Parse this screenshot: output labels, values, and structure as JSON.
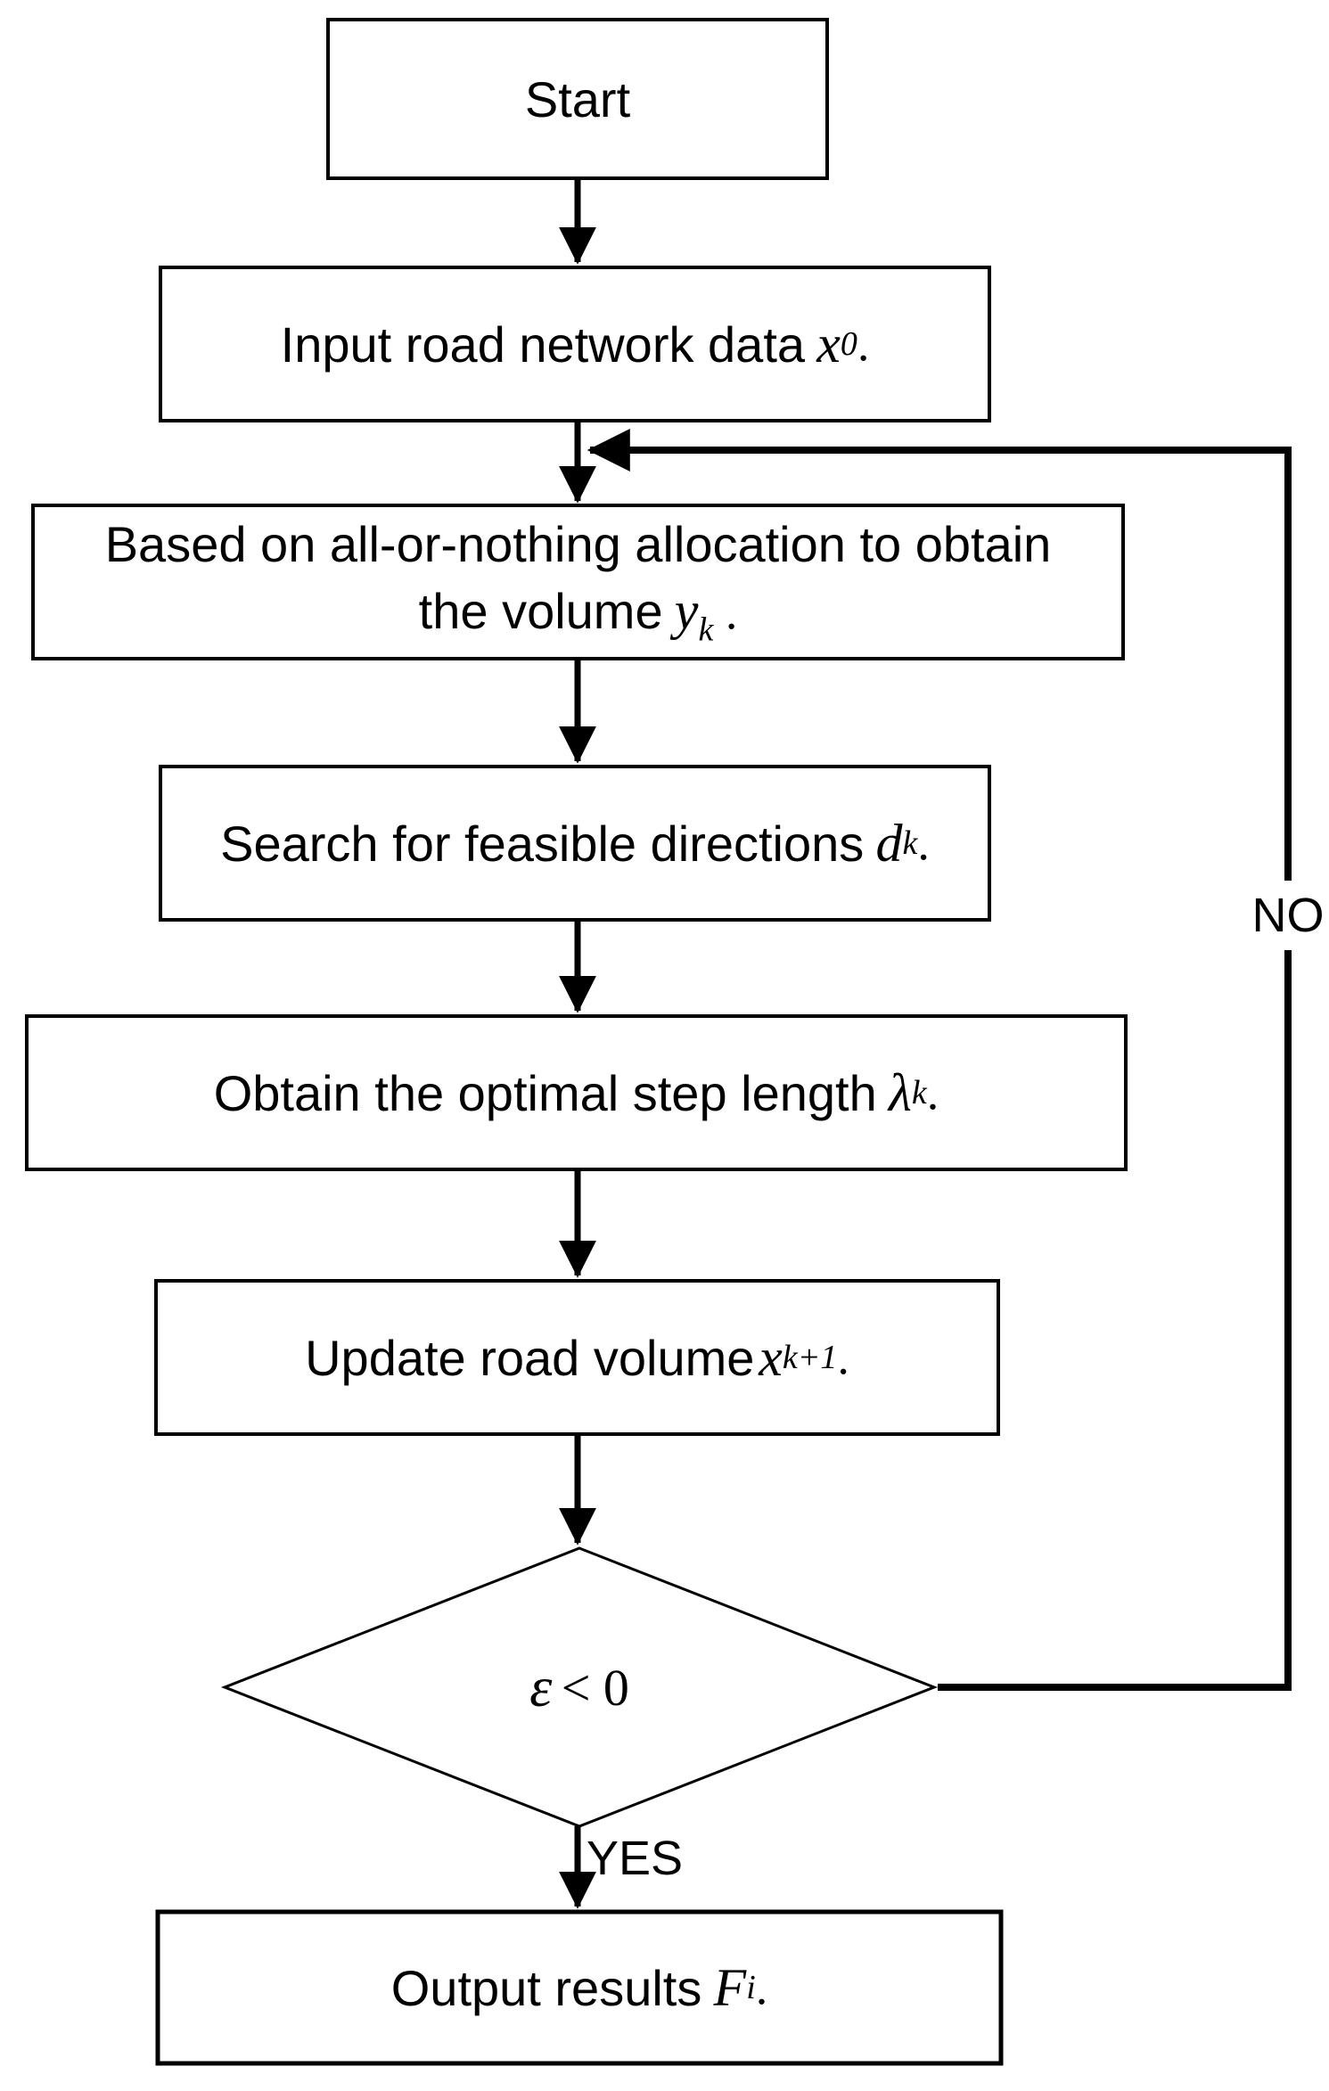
{
  "nodes": {
    "start": {
      "label": "Start"
    },
    "input": {
      "prefix": "Input road network data",
      "var": "x",
      "sub": "0",
      "suffix": " ."
    },
    "allocation": {
      "line1": "Based on all-or-nothing allocation to obtain",
      "line2_prefix": "the volume",
      "var": "y",
      "sub": "k",
      "suffix": " ."
    },
    "search": {
      "prefix": "Search for feasible directions",
      "var": "d",
      "sub": "k",
      "suffix": " ."
    },
    "step": {
      "prefix": "Obtain the optimal step length",
      "var": "λ",
      "sub": "k",
      "suffix": " ."
    },
    "update": {
      "prefix": "Update road volume",
      "var": "x",
      "sub": "k+1",
      "suffix": "."
    },
    "decision": {
      "symbol": "ε",
      "condition": "< 0"
    },
    "output": {
      "prefix": "Output results",
      "var": "F",
      "sub": "i",
      "suffix": " ."
    }
  },
  "edges": {
    "yes_label": "YES",
    "no_label": "NO"
  },
  "colors": {
    "stroke": "#000000",
    "background": "#ffffff"
  }
}
